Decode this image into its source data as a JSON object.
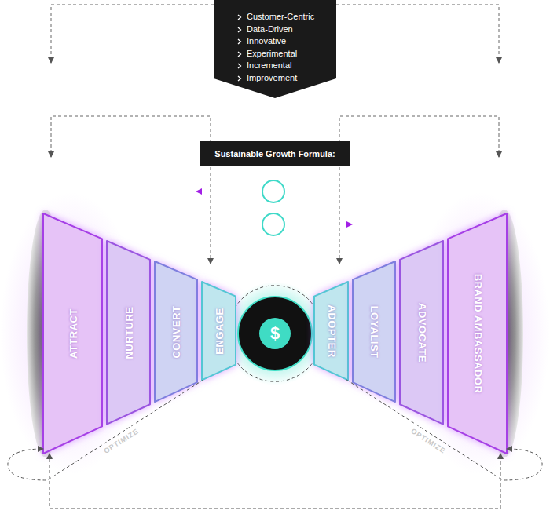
{
  "diagram": {
    "nodes": [
      {
        "text": [
          "Customer-Centric",
          "Data-Driven",
          "Innovative",
          "Experimental",
          "Incremental",
          "Improvement"
        ]
      },
      {
        "text": [
          "Sustainable Growth Formula:"
        ]
      },
      {
        "text": [
          "ATTRACT"
        ]
      },
      {
        "text": [
          "NURTURE"
        ]
      },
      {
        "text": [
          "CONVERT"
        ]
      },
      {
        "text": [
          "ENGAGE"
        ]
      },
      {
        "text": [
          "$"
        ]
      },
      {
        "text": [
          "ADOPTER"
        ]
      },
      {
        "text": [
          "LOYALIST"
        ]
      },
      {
        "text": [
          "ADVOCATE"
        ]
      },
      {
        "text": [
          "BRAND AMBASSADOR"
        ]
      }
    ],
    "edges": [
      {
        "from": 5,
        "to": 2,
        "label": "OPTIMIZE",
        "arrow": "to"
      },
      {
        "from": 7,
        "to": 10,
        "label": "OPTIMIZE",
        "arrow": "to"
      },
      {
        "from": 2,
        "to": 10,
        "arrow": "both"
      }
    ]
  }
}
